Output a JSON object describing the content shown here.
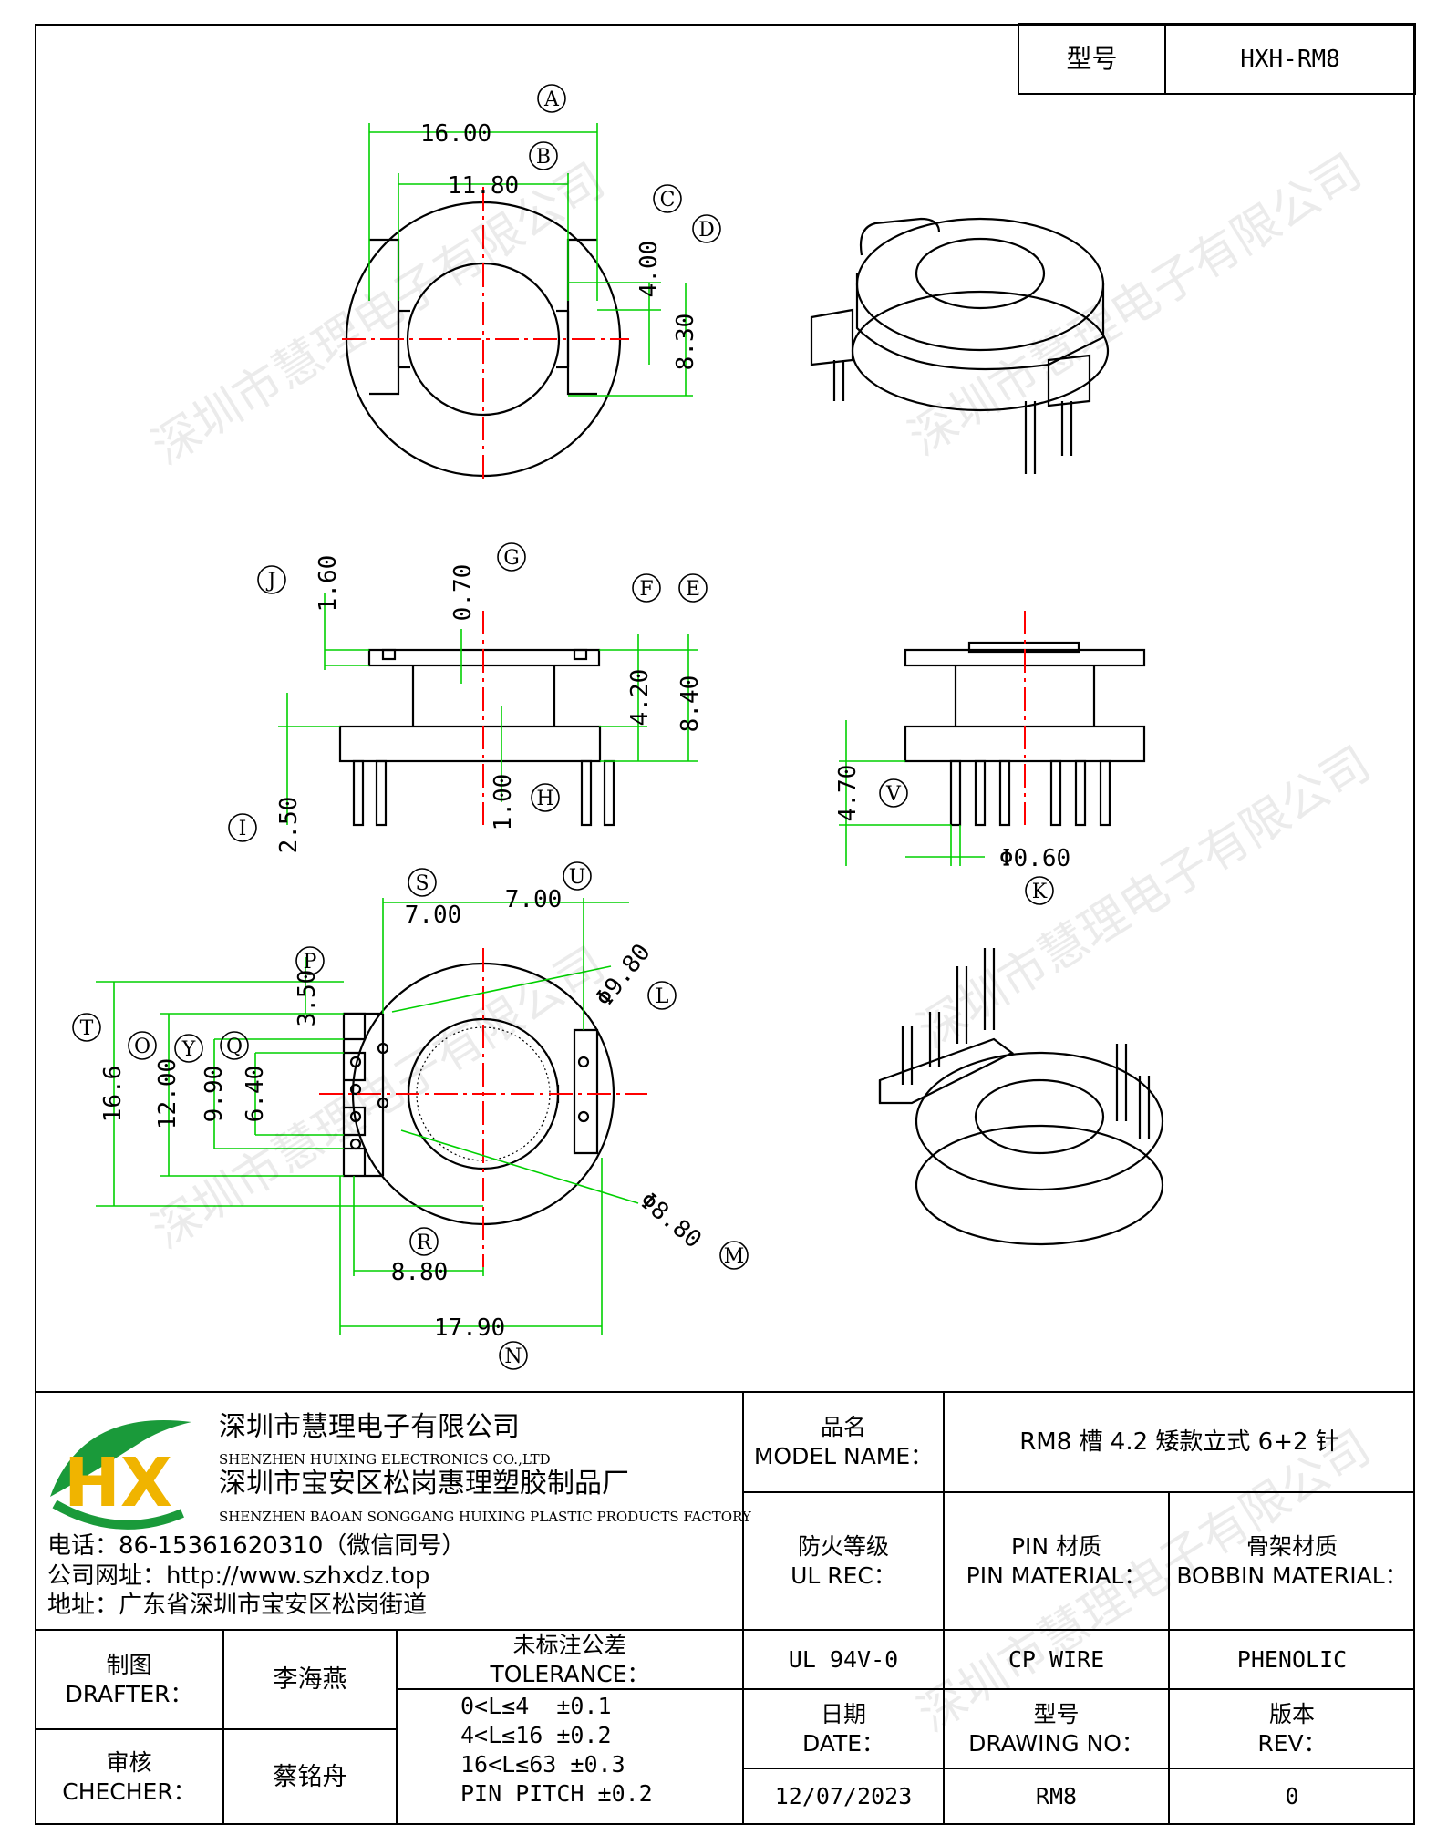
{
  "header": {
    "model_label": "型号",
    "model_value": "HXH-RM8"
  },
  "dimensions": {
    "top_width": "16.00",
    "top_inner": "11.80",
    "top_slot": "4.00",
    "top_slot_outer": "8.30",
    "side_flange": "1.60",
    "side_gap": "0.70",
    "side_h1": "4.20",
    "side_h2": "8.40",
    "side_pin_len": "2.50",
    "side_base": "1.00",
    "right_pin_len": "4.70",
    "pin_dia": "Φ0.60",
    "bot_left": "7.00",
    "bot_right": "7.00",
    "bot_35": "3.50",
    "bot_dia_outer": "Φ9.80",
    "bot_dia_inner": "Φ8.80",
    "bot_h_total": "16.6",
    "bot_12": "12.00",
    "bot_990": "9.90",
    "bot_640": "6.40",
    "bot_880": "8.80",
    "bot_1790": "17.90"
  },
  "callouts": {
    "A": "A",
    "B": "B",
    "C": "C",
    "D": "D",
    "E": "E",
    "F": "F",
    "G": "G",
    "H": "H",
    "I": "I",
    "J": "J",
    "K": "K",
    "L": "L",
    "M": "M",
    "N": "N",
    "O": "O",
    "P": "P",
    "Q": "Q",
    "R": "R",
    "S": "S",
    "T": "T",
    "U": "U",
    "V": "V",
    "Y": "Y"
  },
  "watermark": "深圳市慧理电子有限公司",
  "company": {
    "logo_letters": "HX",
    "name_cn": "深圳市慧理电子有限公司",
    "name_en": "SHENZHEN HUIXING ELECTRONICS CO.,LTD",
    "factory_cn": "深圳市宝安区松岗惠理塑胶制品厂",
    "factory_en": "SHENZHEN BAOAN SONGGANG HUIXING PLASTIC PRODUCTS FACTORY",
    "phone": "电话：86-15361620310（微信同号）",
    "website": "公司网址：http://www.szhxdz.top",
    "address": "地址：广东省深圳市宝安区松岗街道"
  },
  "title_block": {
    "model_name_label": "品名\nMODEL NAME：",
    "model_name_value": "RM8 槽 4.2 矮款立式 6+2 针",
    "ul_label": "防火等级\nUL REC：",
    "pin_label": "PIN 材质\nPIN MATERIAL：",
    "bobbin_label": "骨架材质\nBOBBIN MATERIAL：",
    "ul_value": "UL 94V-0",
    "pin_value": "CP WIRE",
    "bobbin_value": "PHENOLIC",
    "date_label": "日期\nDATE：",
    "drawing_label": "型号\nDRAWING NO：",
    "rev_label": "版本\nREV：",
    "date_value": "12/07/2023",
    "drawing_value": "RM8",
    "rev_value": "0",
    "drafter_label": "制图\nDRAFTER：",
    "drafter_value": "李海燕",
    "checker_label": "审核\nCHECHER：",
    "checker_value": "蔡铭舟",
    "tolerance_title": "未标注公差\nTOLERANCE：",
    "tolerance_lines": [
      "0<L≤4  ±0.1",
      "4<L≤16 ±0.2",
      "16<L≤63 ±0.3",
      "PIN PITCH ±0.2"
    ]
  },
  "colors": {
    "dimension": "#00d000",
    "centerline": "#ff0000",
    "outline": "#000000",
    "logo_green": "#1a9a3a",
    "logo_yellow": "#f0b400"
  }
}
